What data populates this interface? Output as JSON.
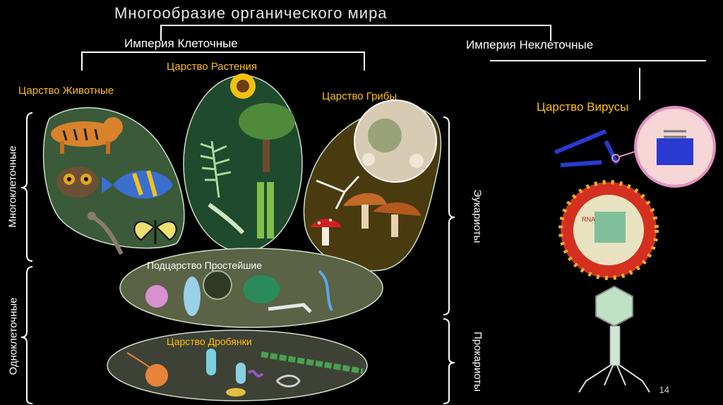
{
  "title": "Многообразие органического мира",
  "empires": {
    "cellular": "Империя Клеточные",
    "noncellular": "Империя Неклеточные"
  },
  "kingdoms": {
    "animals": "Царство Животные",
    "plants": "Царство Растения",
    "fungi": "Царство Грибы",
    "viruses": "Царство Вирусы",
    "protists": "Подцарство Простейшие",
    "bacteria": "Царство  Дробянки"
  },
  "side_labels": {
    "multicellular": "Многоклеточные",
    "unicellular": "Одноклеточные",
    "eukaryotes": "Эукариоты",
    "prokaryotes": "Прокариоты"
  },
  "virus_labels": {
    "rna": "RNA"
  },
  "page_number": "14",
  "colors": {
    "background": "#000000",
    "kingdom_label": "#ffc000",
    "animals_blob": "#3a5a3a",
    "plants_blob": "#1f4a2e",
    "fungi_blob": "#4a3a10",
    "protists_blob": "#5a6345",
    "bacteria_blob": "#3e4236"
  }
}
